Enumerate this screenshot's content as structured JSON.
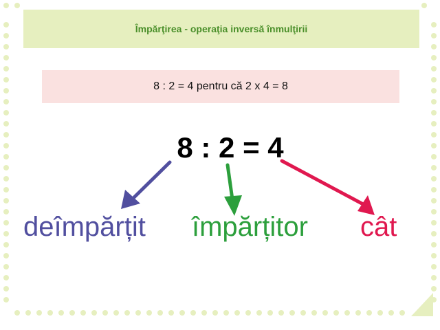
{
  "title": "Împărţirea - operaţia inversă înmulţirii",
  "example": "8 : 2 = 4 pentru că 2 x 4 = 8",
  "equation": "8 : 2 = 4",
  "terms": {
    "dividend": "deîmpărțit",
    "divisor": "împărțitor",
    "quotient": "cât"
  },
  "colors": {
    "title_bg": "#e6efbf",
    "title_text": "#4a8f2a",
    "example_bg": "#fae1e0",
    "dividend": "#514f9f",
    "divisor": "#2c9f3c",
    "quotient": "#e0184f",
    "dots": "#e6efbf"
  }
}
